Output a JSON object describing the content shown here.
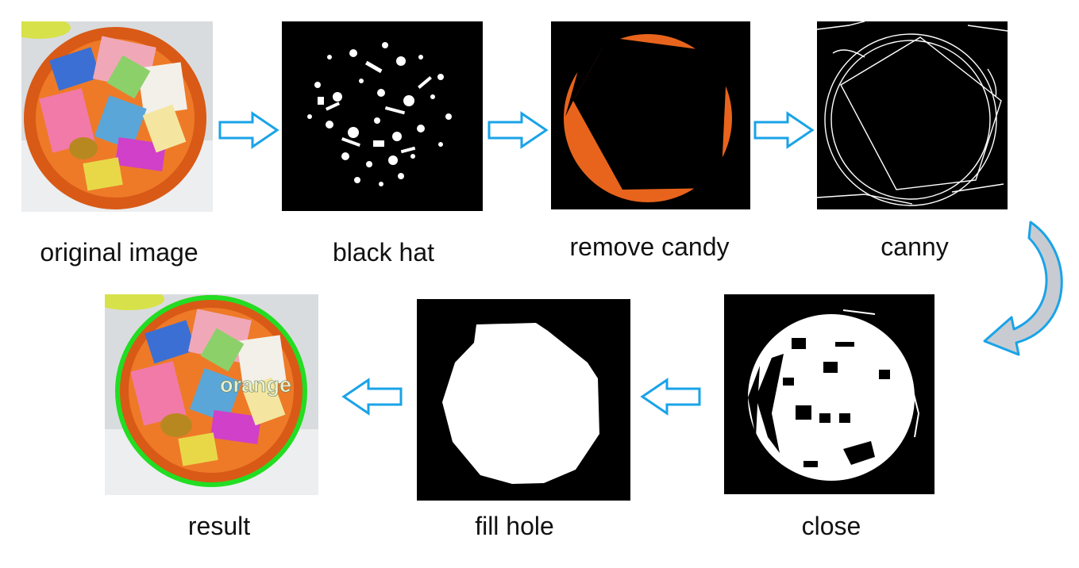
{
  "colors": {
    "arrow_stroke": "#1aa3e8",
    "arrow_fill": "#ffffff",
    "curved_arrow_fill": "#c8ccd2",
    "bowl_orange": "#e8641c",
    "result_circle": "#22dd22",
    "overlay_text": "#e8f0d0"
  },
  "steps": [
    {
      "label": "original image"
    },
    {
      "label": "black hat"
    },
    {
      "label": "remove candy"
    },
    {
      "label": "canny"
    },
    {
      "label": "close"
    },
    {
      "label": "fill hole"
    },
    {
      "label": "result"
    }
  ],
  "result_overlay_text": "orange"
}
